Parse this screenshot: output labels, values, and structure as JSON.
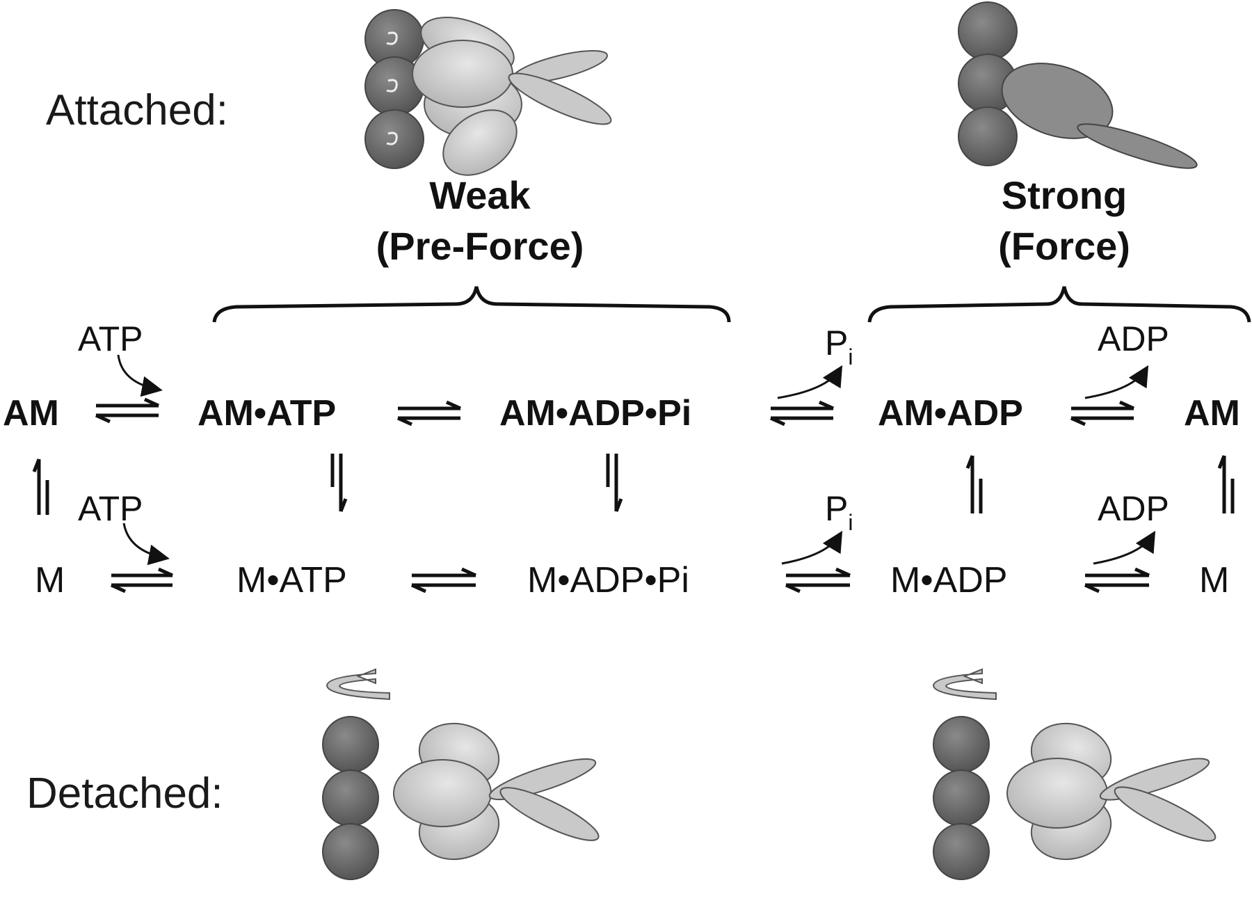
{
  "labels": {
    "attached": "Attached:",
    "detached": "Detached:",
    "weak_title": "Weak",
    "weak_subtitle": "(Pre-Force)",
    "strong_title": "Strong",
    "strong_subtitle": "(Force)"
  },
  "attached_row": [
    "AM",
    "AM•ATP",
    "AM•ADP•Pi",
    "AM•ADP",
    "AM"
  ],
  "detached_row": [
    "M",
    "M•ATP",
    "M•ADP•Pi",
    "M•ADP",
    "M"
  ],
  "ligands": {
    "atp_top": "ATP",
    "atp_bottom": "ATP",
    "pi_top_main": "P",
    "pi_top_sub": "i",
    "pi_bottom_main": "P",
    "pi_bottom_sub": "i",
    "adp_top": "ADP",
    "adp_bottom": "ADP"
  },
  "colors": {
    "actin": "#6b6b6b",
    "myosin_light": "#c4c4c4",
    "myosin_dark": "#8c8c8c",
    "ink": "#111111"
  }
}
